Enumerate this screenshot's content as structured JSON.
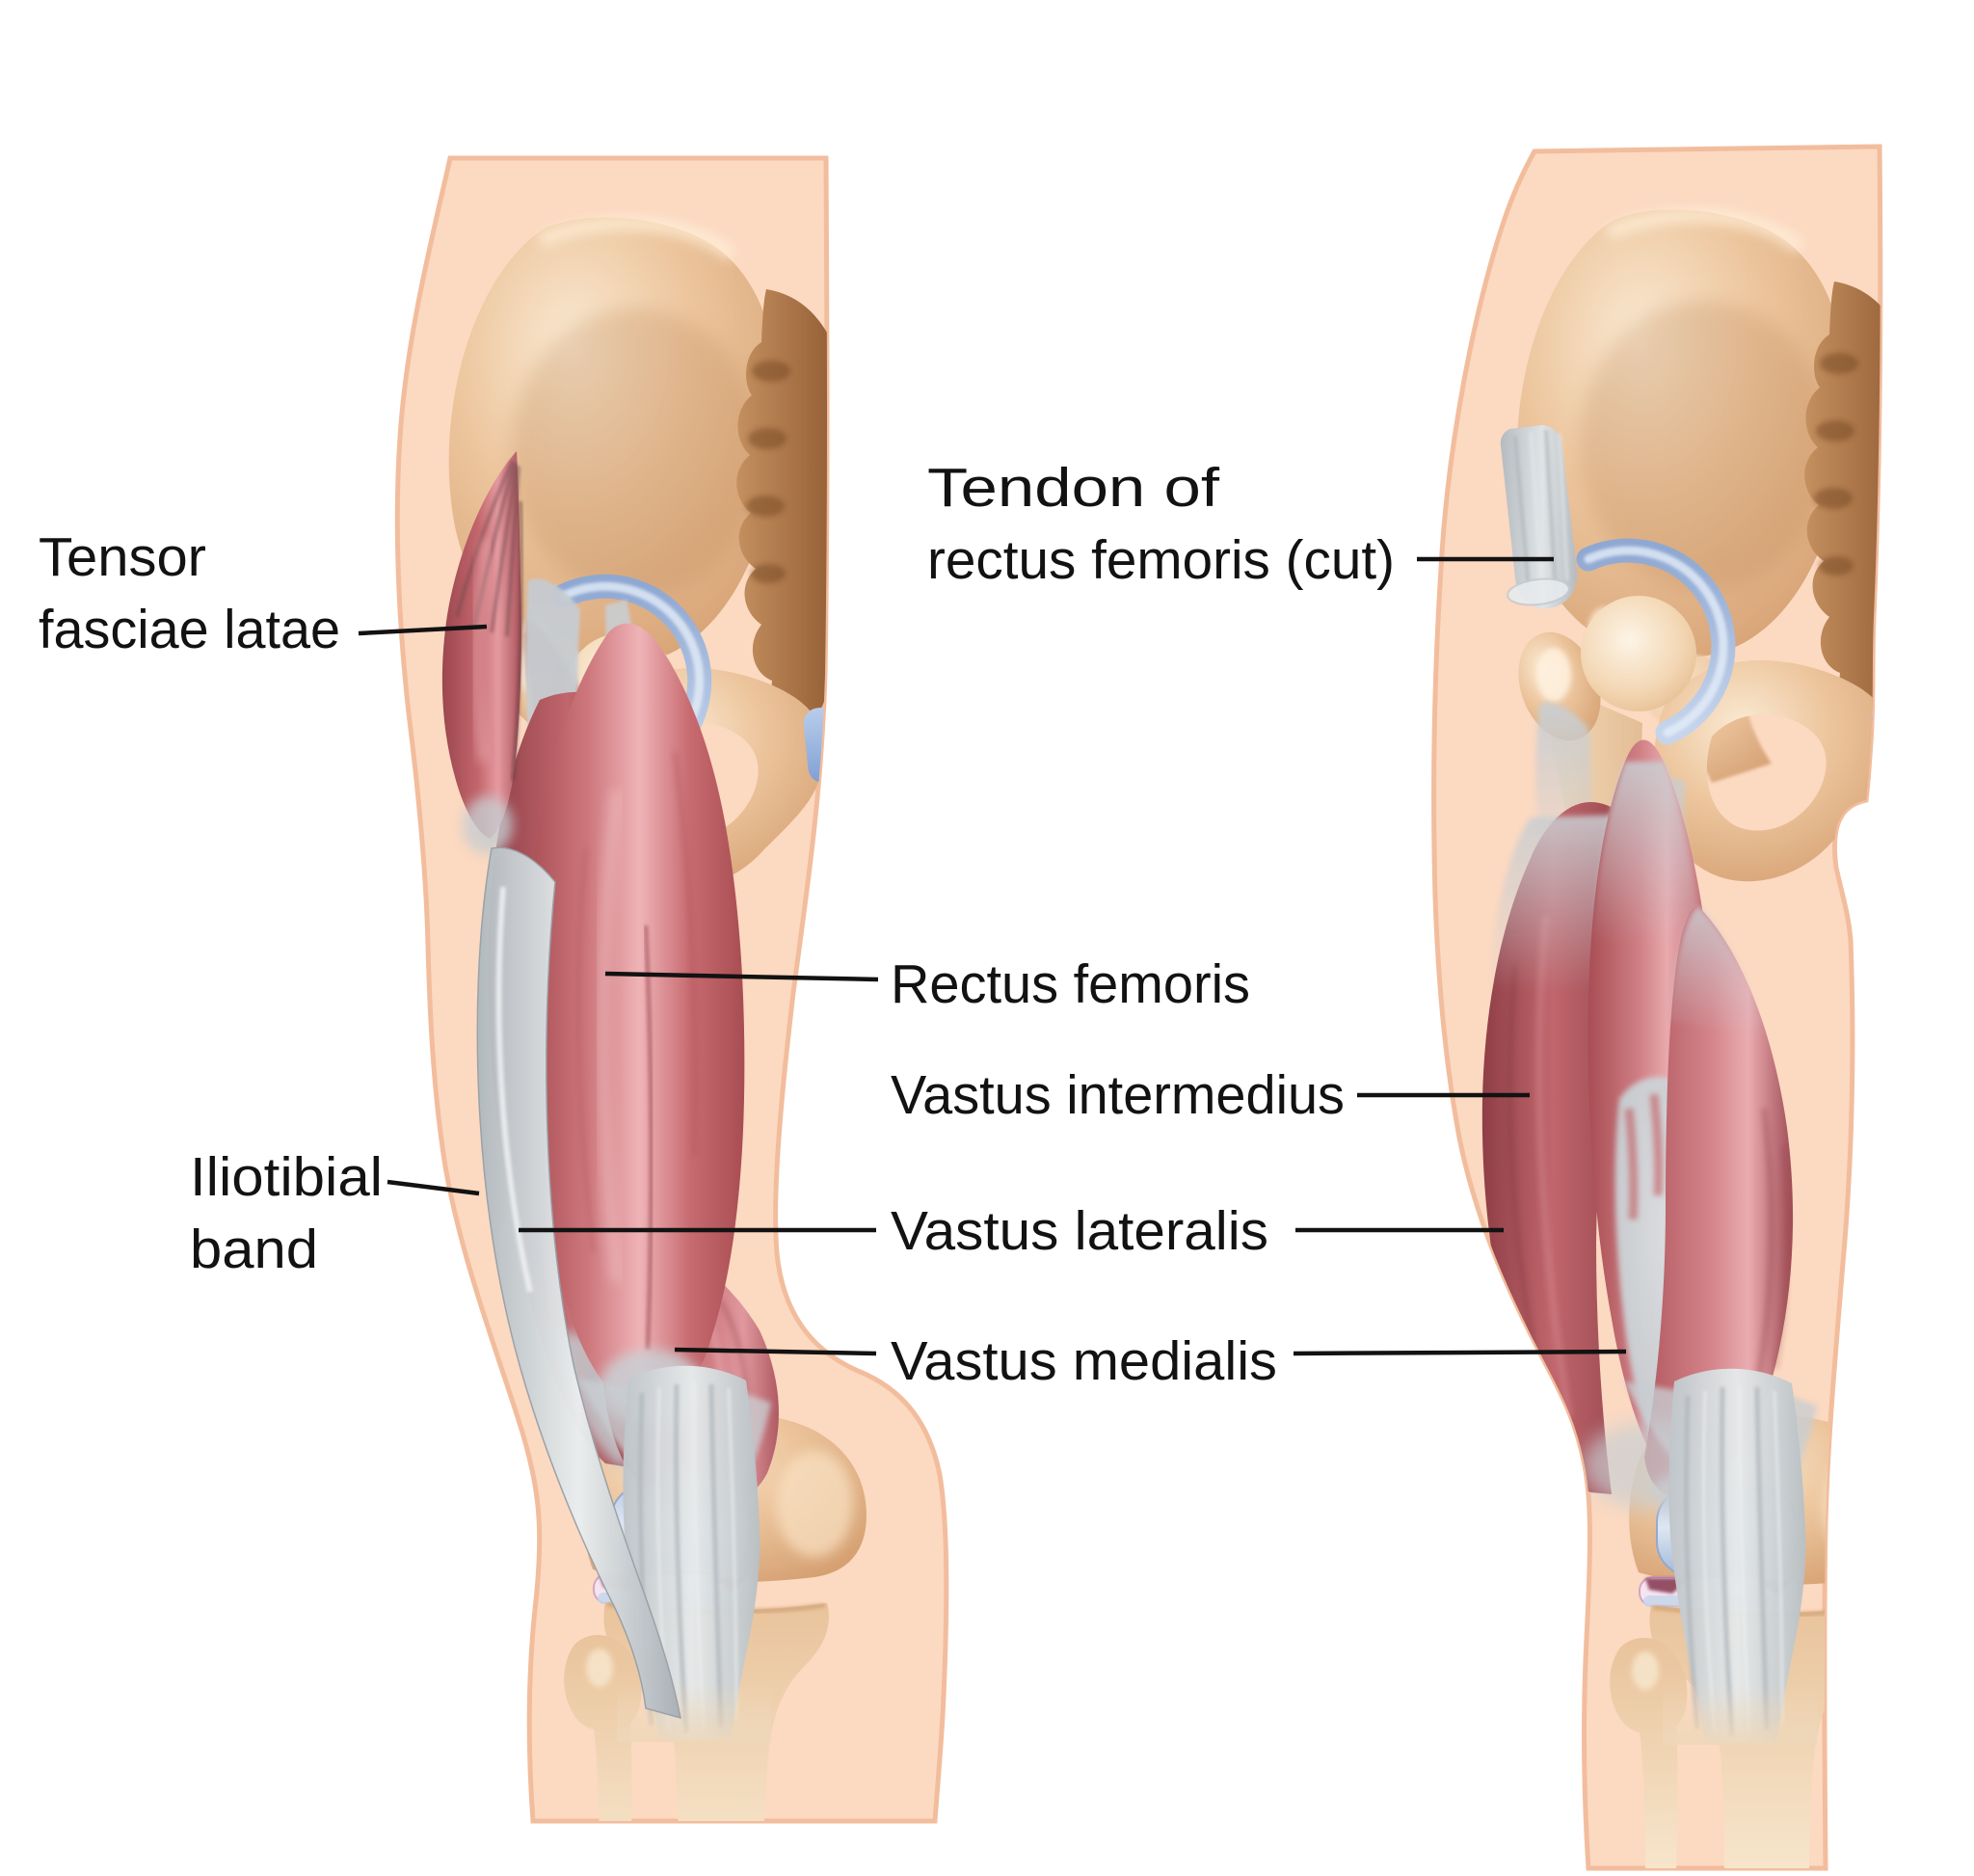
{
  "diagram": {
    "labels": {
      "tensor_fasciae_latae": {
        "line1": "Tensor",
        "line2": "fasciae latae",
        "points_to": "left-figure"
      },
      "iliotibial_band": {
        "line1": "Iliotibial",
        "line2": "band",
        "points_to": "left-figure"
      },
      "tendon_of_rectus_femoris": {
        "line1": "Tendon of",
        "line2": "rectus femoris (cut)",
        "points_to": "right-figure"
      },
      "rectus_femoris": {
        "text": "Rectus femoris",
        "points_to": "left-figure"
      },
      "vastus_intermedius": {
        "text": "Vastus intermedius",
        "points_to": "right-figure"
      },
      "vastus_lateralis": {
        "text": "Vastus lateralis",
        "points_to": "both-figures"
      },
      "vastus_medialis": {
        "text": "Vastus medialis",
        "points_to": "both-figures"
      }
    },
    "colors": {
      "background": "#ffffff",
      "ink": "#121212",
      "skin": "#fcd9c1",
      "skin_edge": "#f2bd9d",
      "bone_light": "#faead3",
      "bone_mid": "#edc69e",
      "bone_dark": "#d5a072",
      "sacrum": "#8d5730",
      "muscle": "#c0666c",
      "muscle_dark": "#9a444b",
      "muscle_highlight": "#efb3b7",
      "tendon_gray": "#ccd1d5",
      "cartilage_blue": "#a9bede",
      "symphysis_blue": "#7f9fd4",
      "meniscus_pink": "#f6e4f0"
    }
  }
}
